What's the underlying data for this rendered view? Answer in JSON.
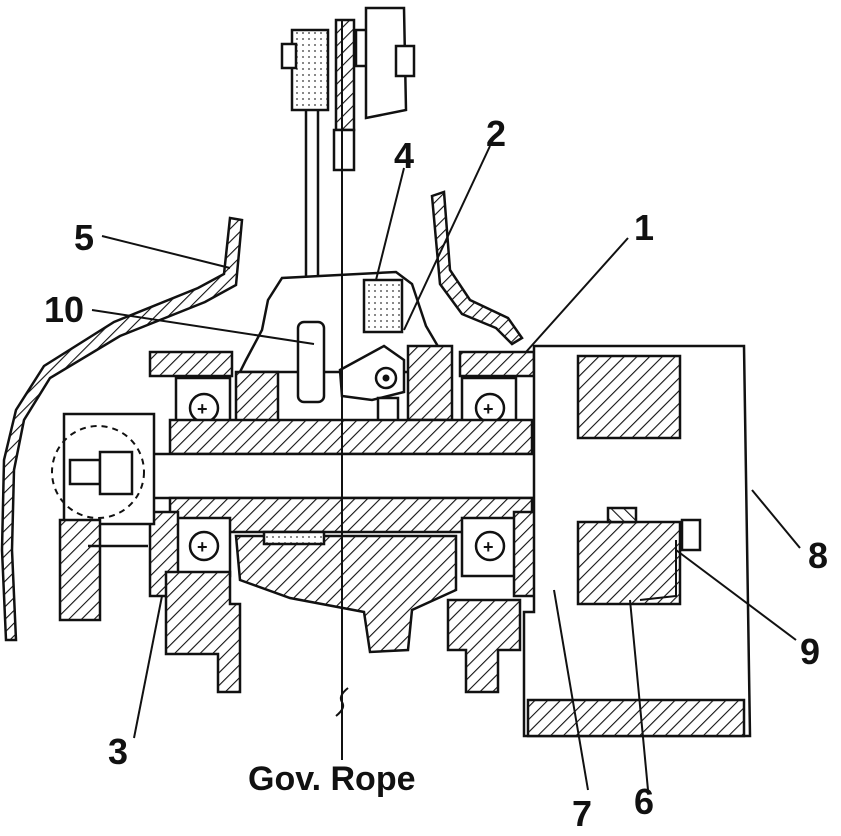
{
  "callouts": {
    "c1": "1",
    "c2": "2",
    "c3": "3",
    "c4": "4",
    "c5": "5",
    "c6": "6",
    "c7": "7",
    "c8": "8",
    "c9": "9",
    "c10": "10"
  },
  "caption": "Gov. Rope",
  "colors": {
    "ink": "#111111",
    "paper": "#ffffff"
  }
}
